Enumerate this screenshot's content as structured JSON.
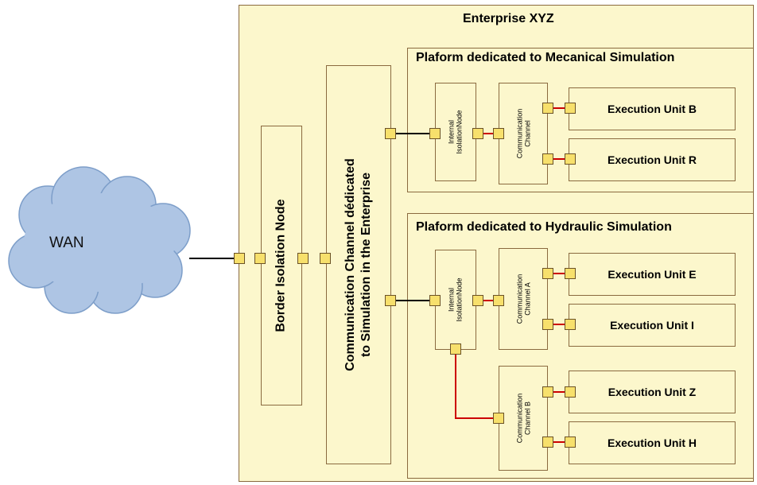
{
  "cloud": {
    "label": "WAN",
    "fill": "#aec5e4",
    "stroke": "#7d9ec9"
  },
  "enterprise": {
    "title": "Enterprise XYZ"
  },
  "border_node": {
    "label": "Border Isolation Node"
  },
  "enterprise_channel": {
    "label_line1": "Communication Channel dédicated",
    "label_line2": "to Simulation in the Enterprise"
  },
  "mech_platform": {
    "title": "Plaform dedicated to Mecanical Simulation",
    "isolation_node": {
      "line1": "Internal",
      "line2": "IsolationNode"
    },
    "channel": {
      "line1": "Communication",
      "line2": "Channel"
    },
    "units": [
      "Execution Unit B",
      "Execution Unit R"
    ]
  },
  "hyd_platform": {
    "title": "Plaform dedicated to Hydraulic Simulation",
    "isolation_node": {
      "line1": "Internal",
      "line2": "IsolationNode"
    },
    "channel_a": {
      "line1": "Communication",
      "line2": "Channel A"
    },
    "channel_b": {
      "line1": "Communication",
      "line2": "Channel B"
    },
    "units_a": [
      "Execution Unit E",
      "Execution Unit I"
    ],
    "units_b": [
      "Execution Unit Z",
      "Execution Unit H"
    ]
  },
  "colors": {
    "box_fill": "#fcf7cc",
    "box_border": "#8a6a3f",
    "port_fill": "#f7e06c",
    "link_black": "#000000",
    "link_red": "#cc0000"
  }
}
